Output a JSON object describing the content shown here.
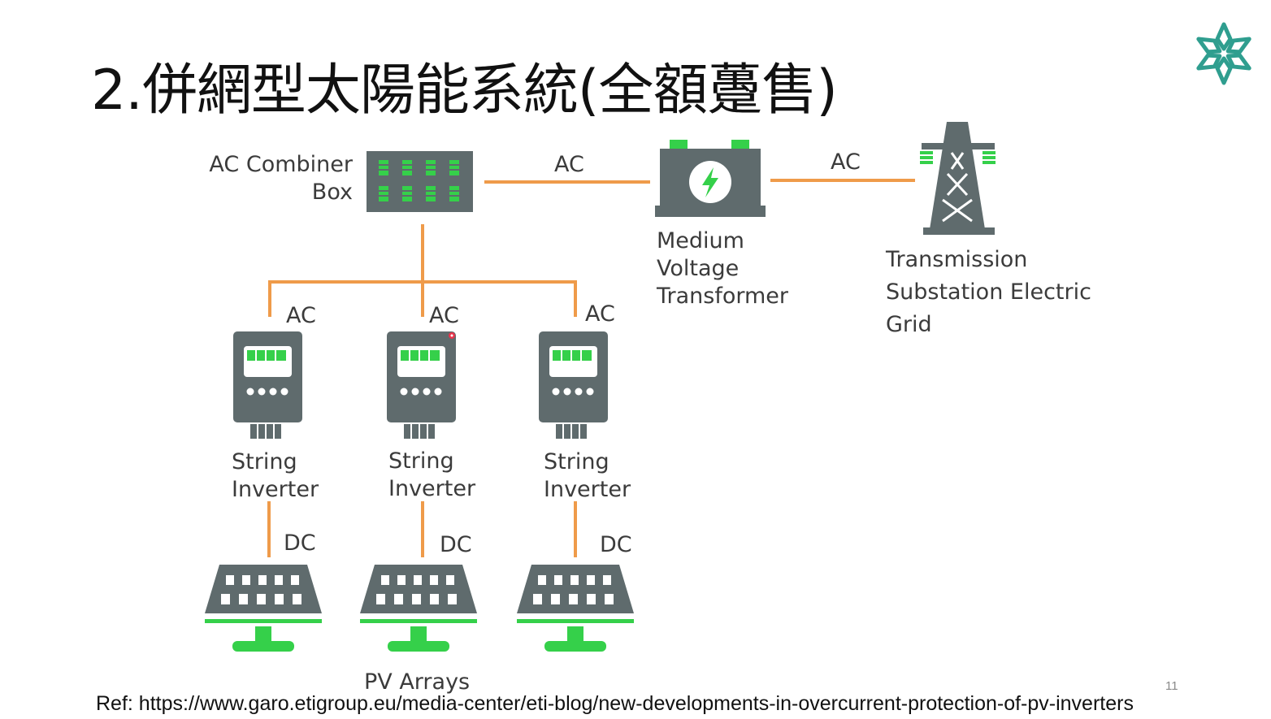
{
  "slide": {
    "title": "2.併網型太陽能系統(全額躉售)",
    "reference": "Ref: https://www.garo.etigroup.eu/media-center/eti-blog/new-developments-in-overcurrent-protection-of-pv-inverters",
    "page_number": "11"
  },
  "diagram": {
    "combiner": {
      "line1": "AC Combiner",
      "line2": "Box"
    },
    "transformer": {
      "line1": "Medium",
      "line2": "Voltage",
      "line3": "Transformer"
    },
    "grid": {
      "line1": "Transmission",
      "line2": "Substation Electric",
      "line3": "Grid"
    },
    "link_combiner_transformer": "AC",
    "link_transformer_grid": "AC",
    "inverters": [
      {
        "line1": "String",
        "line2": "Inverter",
        "ac_label": "AC",
        "dc_label": "DC"
      },
      {
        "line1": "String",
        "line2": "Inverter",
        "ac_label": "AC",
        "dc_label": "DC"
      },
      {
        "line1": "String",
        "line2": "Inverter",
        "ac_label": "AC",
        "dc_label": "DC"
      }
    ],
    "pv_label": "PV Arrays"
  },
  "colors": {
    "icon_gray": "#5f6b6d",
    "accent_green": "#35d04a",
    "wire_orange": "#ef9b4a",
    "logo_teal": "#2f9e8f"
  },
  "icons": [
    "snowflake-logo-icon",
    "combiner-box-icon",
    "transformer-icon",
    "transmission-tower-icon",
    "string-inverter-icon",
    "solar-panel-icon"
  ]
}
